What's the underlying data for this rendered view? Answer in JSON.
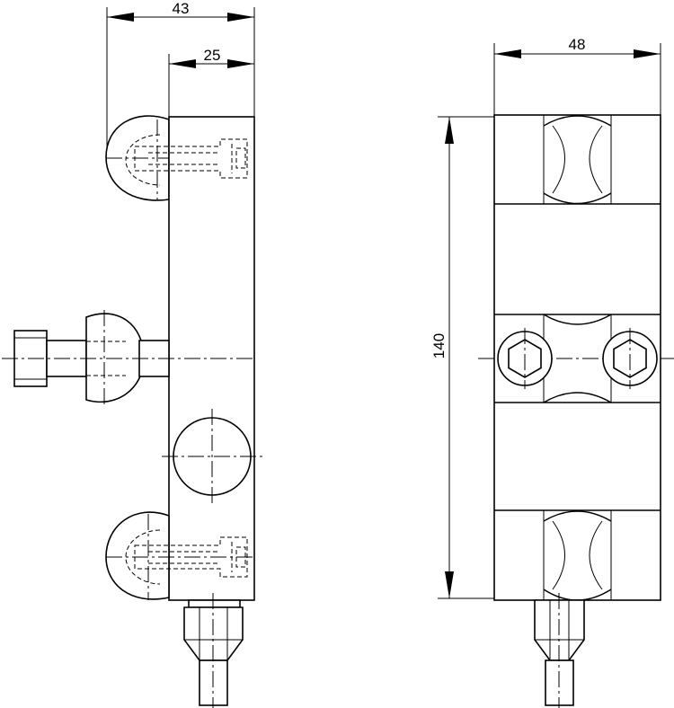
{
  "dimensions": {
    "overall_depth": "43",
    "body_depth": "25",
    "width": "48",
    "height": "140"
  }
}
